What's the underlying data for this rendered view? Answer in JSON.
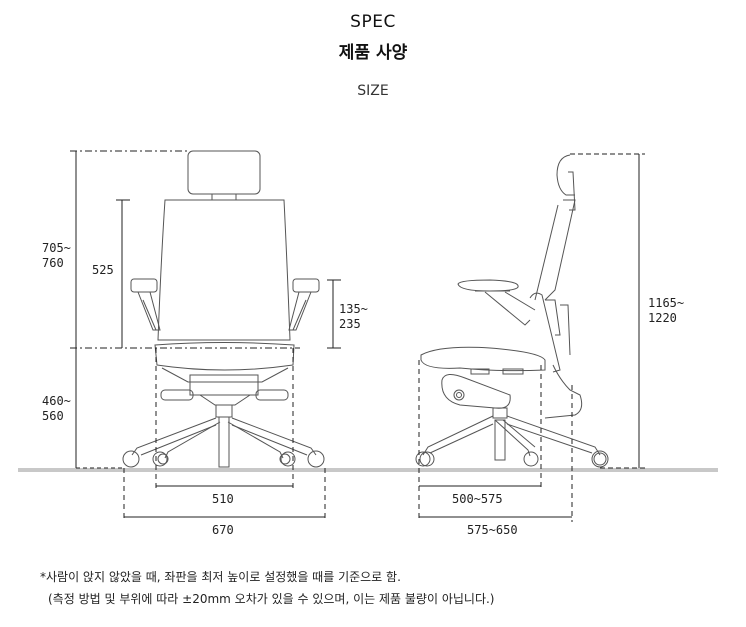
{
  "header": {
    "title_en": "SPEC",
    "title_ko": "제품 사양",
    "subtitle": "SIZE"
  },
  "front_view": {
    "dimensions": {
      "back_height_line1": "705~",
      "back_height_line2": "760",
      "backrest": "525",
      "armrest_line1": "135~",
      "armrest_line2": "235",
      "seat_height_line1": "460~",
      "seat_height_line2": "560",
      "seat_width": "510",
      "base_width": "670"
    }
  },
  "side_view": {
    "dimensions": {
      "total_height_line1": "1165~",
      "total_height_line2": "1220",
      "seat_depth": "500~575",
      "base_depth": "575~650"
    }
  },
  "colors": {
    "line": "#333333",
    "floor": "#c8c8c8",
    "outline": "#555555"
  },
  "notes": {
    "line1": "*사람이 앉지 않았을 때, 좌판을 최저 높이로 설정했을 때를 기준으로 함.",
    "line2": "(측정 방법 및 부위에 따라 ±20mm 오차가 있을 수 있으며, 이는 제품 불량이 아닙니다.)"
  }
}
